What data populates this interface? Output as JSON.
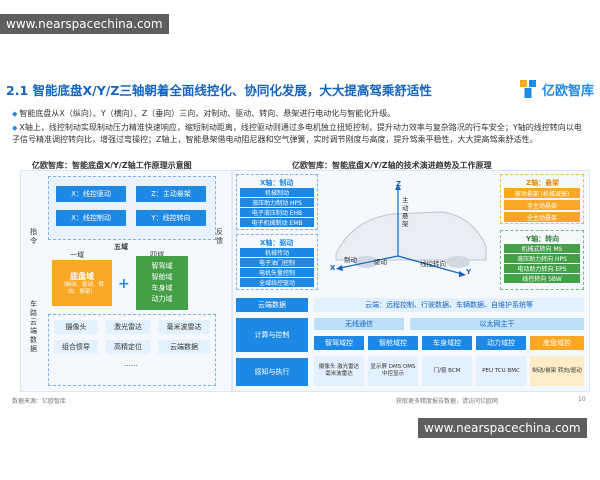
{
  "watermark": "www.nearspacechina.com",
  "title": "2.1 智能底盘X/Y/Z三轴朝着全面线控化、协同化发展，大大提高驾乘舒适性",
  "logo_text": "亿欧智库",
  "bullets": [
    "智能底盘从X（纵向）、Y（横向）、Z（垂向）三向，对制动、驱动、转向、悬架进行电动化与智能化升级。",
    "X轴上，线控制动实现制动压力精准快速响应，缩短制动距离，线控驱动则通过多电机独立扭矩控制，提升动力效率与复杂路况的行车安全；Y轴的线控转向以电子信号精准调控转向比，增强过弯操控；Z轴上，智能悬架借电动阻尼器和空气弹簧，实时调节刚度与高度，提升驾乘平稳性，大大提高驾乘舒适性。"
  ],
  "left_panel": {
    "title": "亿欧智库：智能底盘X/Y/Z轴工作原理示意图",
    "x_drive": "X：线控驱动",
    "z_susp": "Z：主动悬架",
    "x_brake": "X：线控制动",
    "y_steer": "Y：线控转向",
    "instruction": "指令",
    "feedback": "反馈",
    "five_domain": "五域",
    "one_domain": "一域",
    "four_domain": "四域",
    "chassis_domain": "底盘域",
    "chassis_sub": "（制动、驱动、转向、悬架）",
    "smart_domains": [
      "智驾域",
      "智舱域",
      "车身域",
      "动力域"
    ],
    "vehicle_cloud": "车路云端数据",
    "sensors": [
      "摄像头",
      "激光雷达",
      "毫米波雷达",
      "组合惯导",
      "高精定位",
      "云端数据"
    ],
    "more": "……"
  },
  "right_panel": {
    "title": "亿欧智库：智能底盘X/Y/Z轴的技术演进趋势及工作原理",
    "x_drive_head": "X轴：制动",
    "x_drive_items": [
      "机械制动",
      "液压助力制动 HPS",
      "电子液压制动 EHB",
      "电子机械制动 EMB"
    ],
    "x_brake_head": "X轴：驱动",
    "x_brake_items": [
      "机械传动",
      "电子油门控制",
      "电机矢量控制",
      "全域线控驱动"
    ],
    "z_head": "Z轴：悬架",
    "z_items": [
      "被动悬架 (机械减振)",
      "半主动悬架",
      "全主动悬架"
    ],
    "y_head": "Y轴：转向",
    "y_items": [
      "机械式转向 MS",
      "液压助力转向 HPS",
      "电动助力转向 EPS",
      "线控转向 SBW"
    ],
    "axis_z": "Z",
    "axis_x": "X",
    "axis_y": "Y",
    "susp_label": "主动悬架",
    "drive_label": "驱动",
    "brake_label": "制动",
    "steer_label": "线控转向",
    "cloud_data": "云端数据",
    "cloud_desc": "云端：远程控制、行驶数据、车辆数据、自维护系统等",
    "compute_control": "计算与控制",
    "no_central": "无线通信",
    "centralized": "以太网主干",
    "perception": "感知与执行",
    "domains": [
      "智驾域控",
      "智舱域控",
      "车身域控",
      "动力域控",
      "底盘域控"
    ],
    "domain_subs": [
      "摄像头 激光雷达 毫米波雷达",
      "显示屏 DMS OMS 中控显示",
      "门/窗 BCM",
      "PEU TCU BMC",
      "制动/悬架 转向/驱动"
    ]
  },
  "footer_source": "数据来源：亿欧智库",
  "footer_right": "获取更多精度报告数据，请访问亿欧网",
  "page_number": "10",
  "watermark_bottom": "www.nearspacechina.com"
}
